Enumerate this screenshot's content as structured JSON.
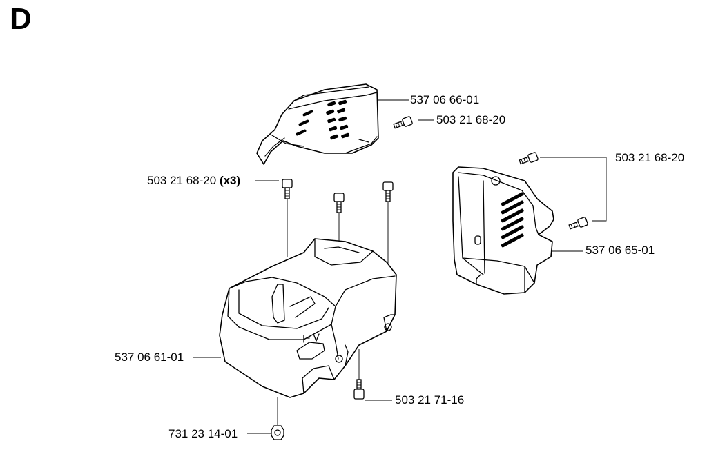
{
  "section": {
    "letter": "D"
  },
  "parts": {
    "cover_top": {
      "number": "537 06 66-01"
    },
    "screw_top": {
      "number": "503 21 68-20"
    },
    "screw_right": {
      "number": "503 21 68-20"
    },
    "cover_right": {
      "number": "537 06 65-01"
    },
    "screw_group": {
      "number": "503 21 68-20",
      "quantity": "(x3)"
    },
    "cylinder_cover": {
      "number": "537 06 61-01"
    },
    "screw_bottom": {
      "number": "503 21 71-16"
    },
    "nut": {
      "number": "731 23 14-01"
    }
  }
}
